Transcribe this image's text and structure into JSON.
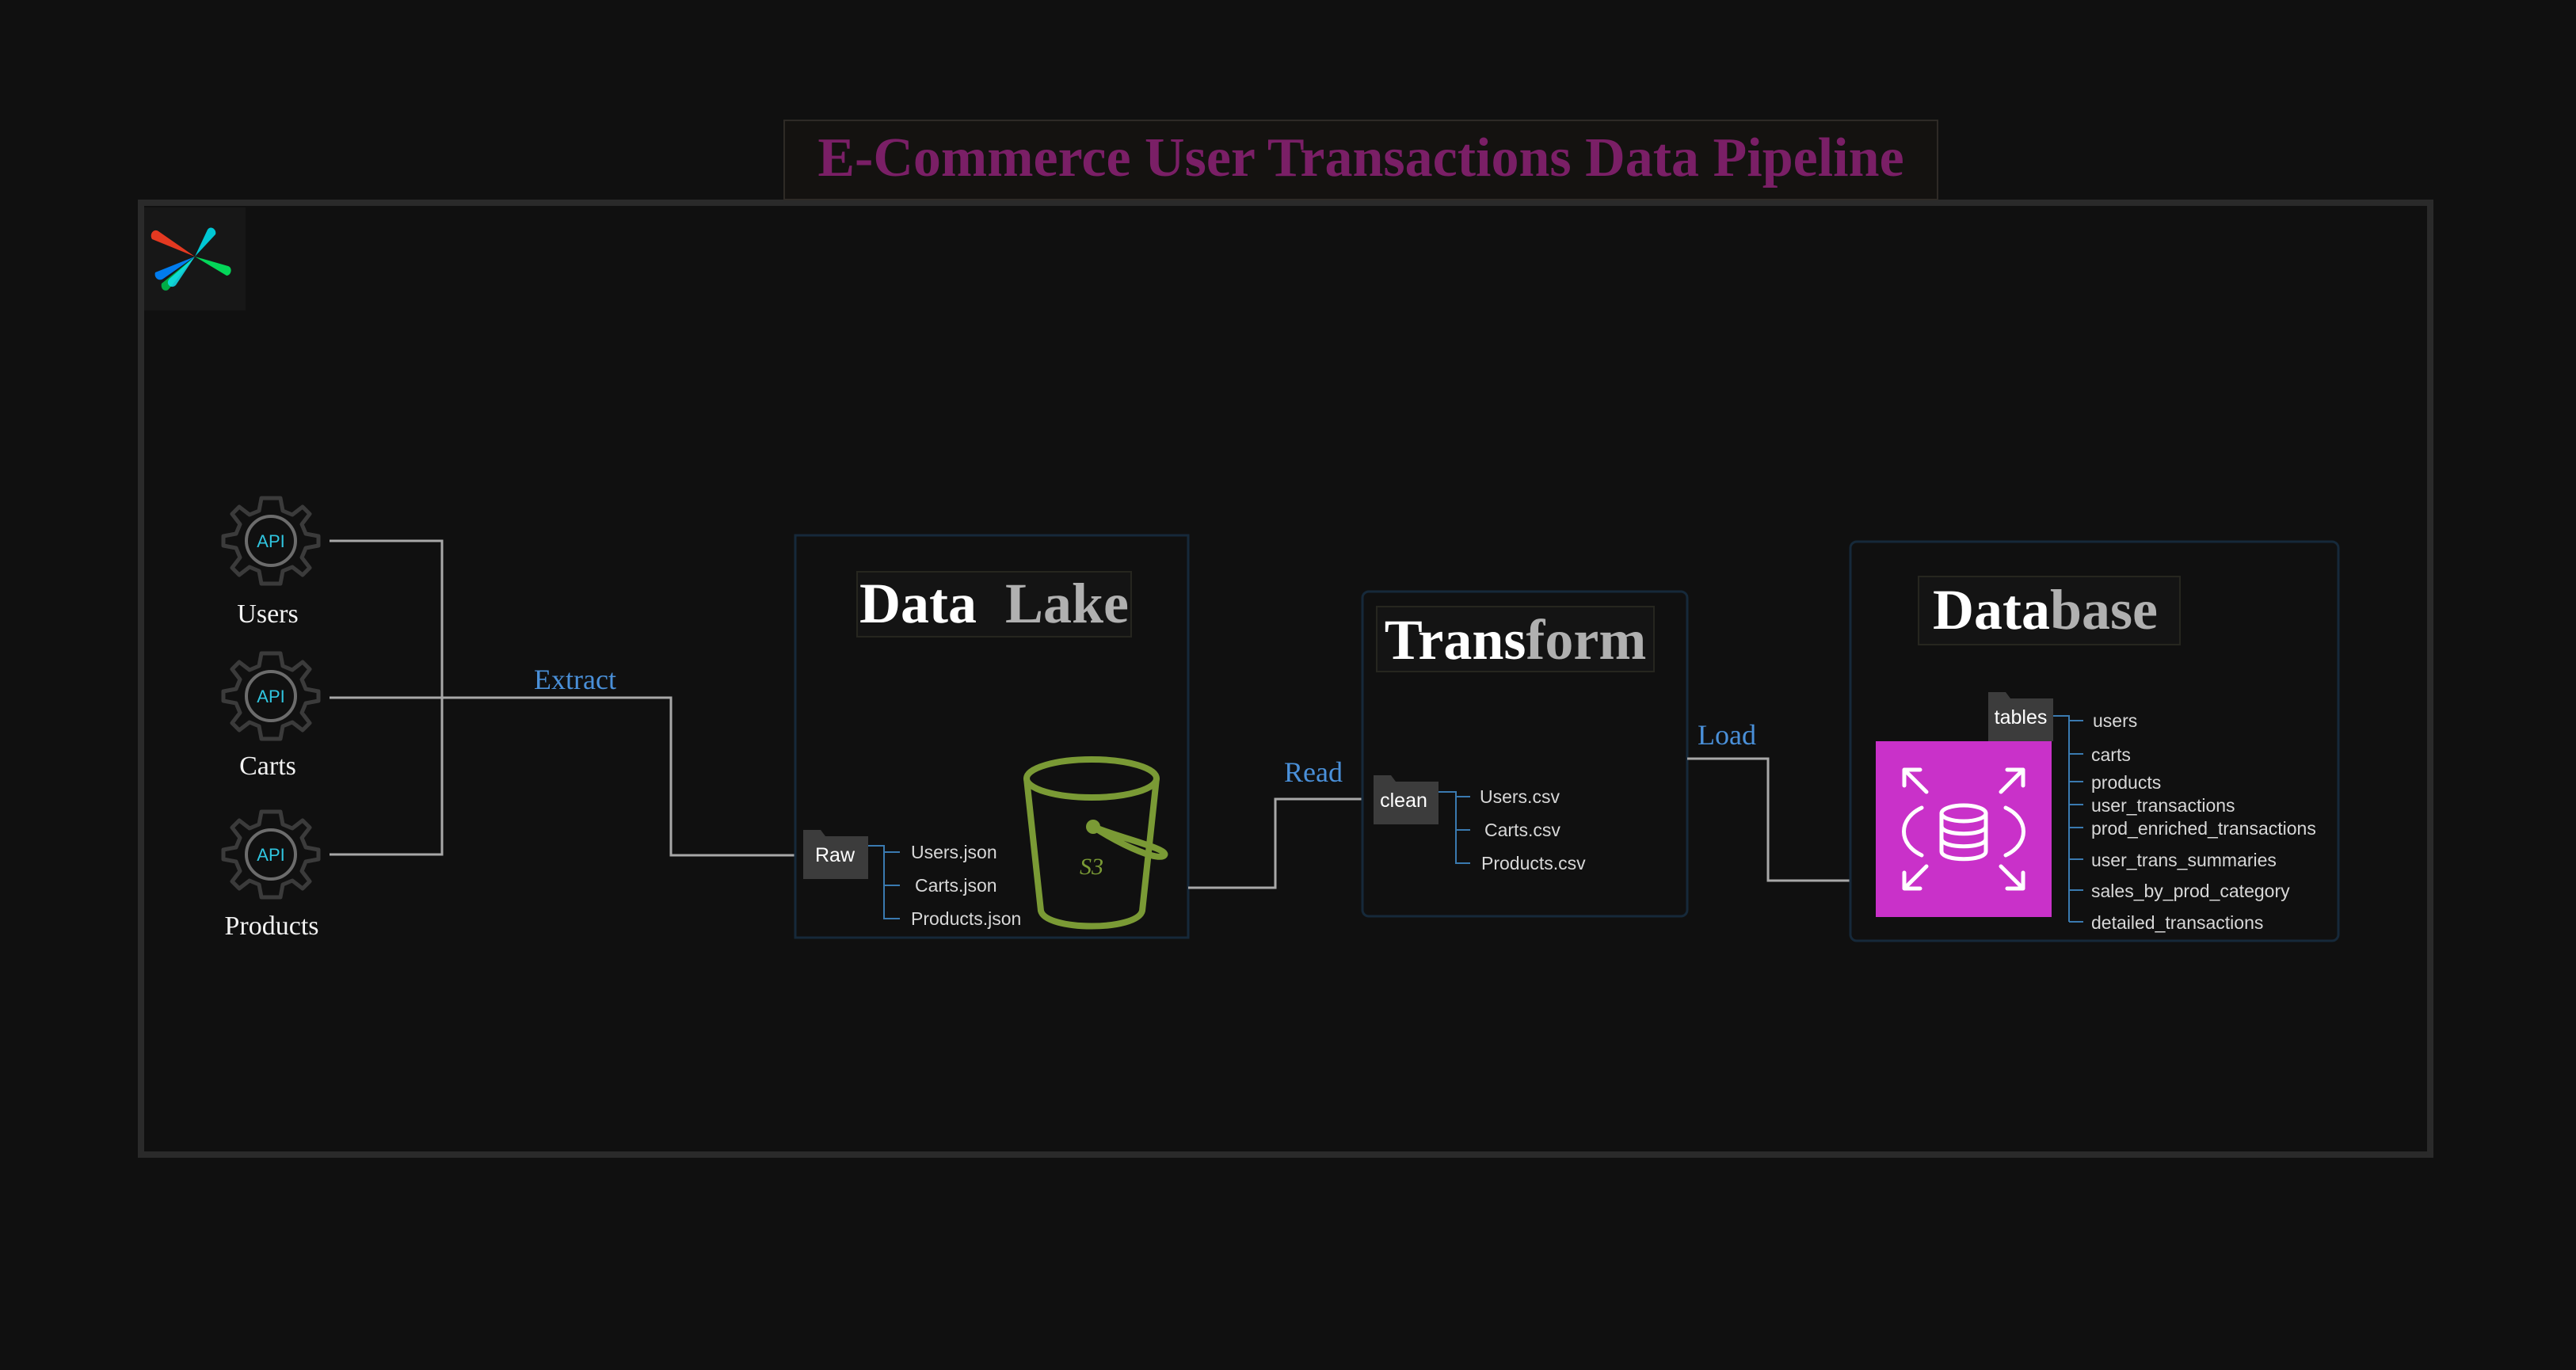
{
  "title": "E-Commerce User Transactions Data Pipeline",
  "colors": {
    "background": "#101010",
    "frame": "#2a2a2a",
    "title": "#7a1f66",
    "link_label": "#4a90d9",
    "connector": "#b8b8b8",
    "tree_line": "#3a7ab0",
    "bucket": "#7a9a35",
    "rds": "#c931c9",
    "folder": "#3c3c3c",
    "muted": "#a8a8a8"
  },
  "logo": {
    "icon": "airflow-pinwheel-icon"
  },
  "sources": [
    {
      "api_label": "API",
      "label": "Users",
      "icon": "gear-api-icon"
    },
    {
      "api_label": "API",
      "label": "Carts",
      "icon": "gear-api-icon"
    },
    {
      "api_label": "API",
      "label": "Products",
      "icon": "gear-api-icon"
    }
  ],
  "edges": {
    "extract": "Extract",
    "read": "Read",
    "load": "Load"
  },
  "data_lake": {
    "title_bold": "Data",
    "title_muted": "Lake",
    "folder": "Raw",
    "files": [
      "Users.json",
      "Carts.json",
      "Products.json"
    ],
    "bucket_label": "S3",
    "icon": "s3-bucket-icon"
  },
  "transform": {
    "title_bold": "Trans",
    "title_muted": "form",
    "folder": "clean",
    "files": [
      "Users.csv",
      "Carts.csv",
      "Products.csv"
    ]
  },
  "database": {
    "title_bold": "Data",
    "title_muted": "base",
    "folder": "tables",
    "icon": "rds-database-icon",
    "tables": [
      "users",
      "carts",
      "products",
      "user_transactions",
      "prod_enriched_transactions",
      "user_trans_summaries",
      "sales_by_prod_category",
      "detailed_transactions"
    ]
  }
}
